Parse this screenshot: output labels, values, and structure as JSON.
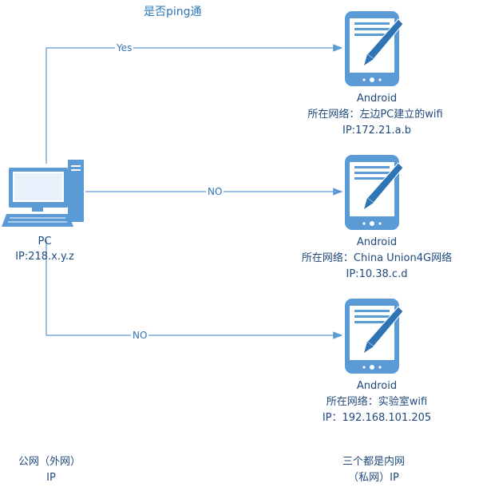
{
  "title": "是否ping通",
  "pc": {
    "name": "PC",
    "ip": "IP:218.x.y.z"
  },
  "edges": [
    {
      "label": "Yes"
    },
    {
      "label": "NO"
    },
    {
      "label": "NO"
    }
  ],
  "devices": [
    {
      "name": "Android",
      "network": "所在网络：左边PC建立的wifi",
      "ip": "IP:172.21.a.b"
    },
    {
      "name": "Android",
      "network": "所在网络：China Union4G网络",
      "ip": "IP:10.38.c.d"
    },
    {
      "name": "Android",
      "network": "所在网络：实验室wifi",
      "ip": "IP：192.168.101.205"
    }
  ],
  "footer": {
    "left_line1": "公网（外网）",
    "left_line2": "IP",
    "right_line1": "三个都是内网",
    "right_line2": "（私网）IP"
  },
  "colors": {
    "line": "#5b9bd5",
    "icon": "#5b9bd5",
    "text": "#1f497d",
    "accent": "#2e75b6"
  },
  "icons": {
    "pc": "desktop-computer-icon",
    "device": "tablet-pen-icon"
  }
}
